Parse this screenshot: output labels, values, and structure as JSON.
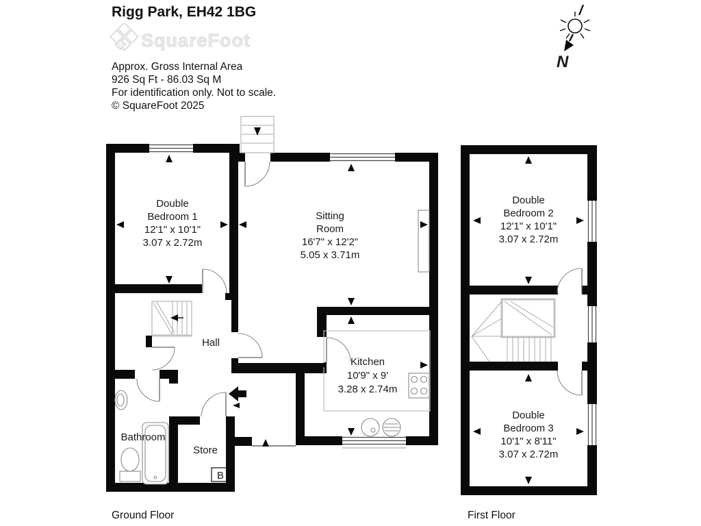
{
  "header": {
    "title": "Rigg Park, EH42 1BG",
    "logo_text": "SquareFoot",
    "area_label": "Approx. Gross Internal Area",
    "area_value": "926 Sq Ft  -  86.03 Sq M",
    "disclaimer": "For identification only. Not to scale.",
    "copyright": "© SquareFoot 2025"
  },
  "compass": {
    "label": "N"
  },
  "floors": {
    "ground": {
      "caption": "Ground Floor"
    },
    "first": {
      "caption": "First Floor"
    }
  },
  "rooms": {
    "bedroom1": {
      "line1": "Double",
      "line2": "Bedroom 1",
      "imperial": "12'1\" x 10'1\"",
      "metric": "3.07 x 2.72m"
    },
    "sitting": {
      "line1": "Sitting",
      "line2": "Room",
      "imperial": "16'7\" x 12'2\"",
      "metric": "5.05 x 3.71m"
    },
    "hall": {
      "label": "Hall"
    },
    "kitchen": {
      "line1": "Kitchen",
      "imperial": "10'9\" x 9'",
      "metric": "3.28 x 2.74m"
    },
    "bathroom": {
      "label": "Bathroom"
    },
    "store": {
      "label": "Store",
      "boiler": "B"
    },
    "bedroom2": {
      "line1": "Double",
      "line2": "Bedroom 2",
      "imperial": "12'1\" x 10'1\"",
      "metric": "3.07 x 2.72m"
    },
    "bedroom3": {
      "line1": "Double",
      "line2": "Bedroom 3",
      "imperial": "10'1\" x 8'11\"",
      "metric": "3.07 x 2.72m"
    }
  },
  "icons": {
    "entrance_arrow": "left-arrow",
    "north_arrow": "compass-north"
  },
  "colors": {
    "wall": "#0a0a0a",
    "background": "#ffffff",
    "logo_gray": "#e9e9e9"
  }
}
